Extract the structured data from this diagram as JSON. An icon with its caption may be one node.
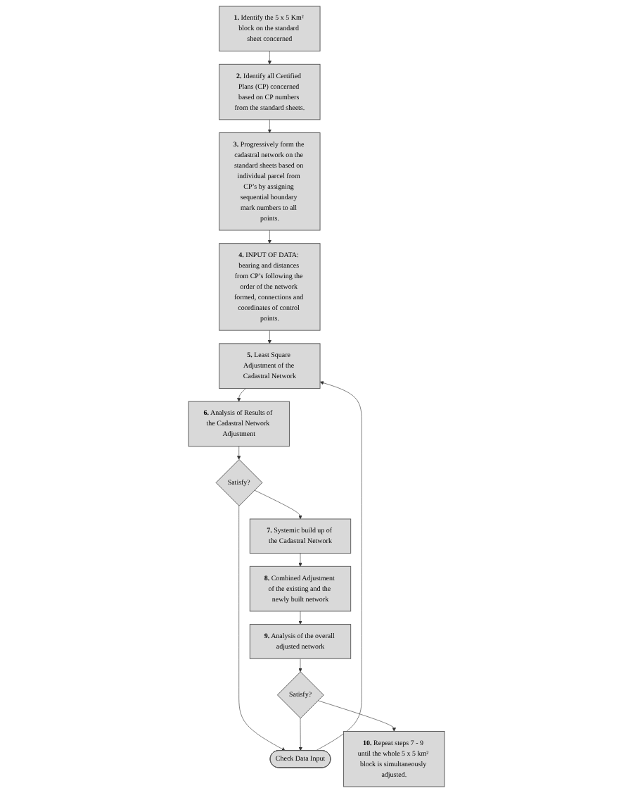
{
  "diagram": {
    "nodes": [
      {
        "text": [
          "**1.** Identify the 5 x 5 Km² block on the standard sheet concerned"
        ]
      },
      {
        "text": [
          "**2.** Identify all Certified Plans (CP) concerned based on CP numbers from the standard sheets."
        ]
      },
      {
        "text": [
          "**3.** Progressively form the cadastral network on the standard sheets based on individual parcel from CP’s by assigning sequential boundary mark numbers to all points."
        ]
      },
      {
        "text": [
          "**4.** INPUT OF DATA: bearing and distances from CP’s following the order of the network formed, connections and coordinates of control points."
        ]
      },
      {
        "text": [
          "**5.** Least Square Adjustment of the Cadastral Network"
        ]
      },
      {
        "text": [
          "**6.** Analysis of Results of the Cadastral Network Adjustment"
        ]
      },
      {
        "text": [
          "Satisfy?"
        ]
      },
      {
        "text": [
          "Check Data Input"
        ]
      },
      {
        "text": [
          "**7.** Systemic build up of the Cadastral Network"
        ]
      },
      {
        "text": [
          "**8.** Combined Adjustment of the existing and the newly built network"
        ]
      },
      {
        "text": [
          "**9.** Analysis of the overall adjusted network"
        ]
      },
      {
        "text": [
          "Satisfy?"
        ]
      },
      {
        "text": [
          "**10.** Repeat steps 7 - 9 until the whole 5 x 5 km² block is simultaneously adjusted."
        ]
      }
    ],
    "edges": [
      {
        "from": 0,
        "to": 1,
        "arrow": "to"
      },
      {
        "from": 1,
        "to": 2,
        "arrow": "to"
      },
      {
        "from": 2,
        "to": 3,
        "arrow": "to"
      },
      {
        "from": 3,
        "to": 4,
        "arrow": "to"
      },
      {
        "from": 4,
        "to": 5,
        "arrow": "to"
      },
      {
        "from": 5,
        "to": 6,
        "arrow": "to"
      },
      {
        "from": 6,
        "to": 7,
        "arrow": "to"
      },
      {
        "from": 7,
        "to": 4,
        "arrow": "to"
      },
      {
        "from": 6,
        "to": 8,
        "arrow": "to"
      },
      {
        "from": 8,
        "to": 9,
        "arrow": "to"
      },
      {
        "from": 9,
        "to": 10,
        "arrow": "to"
      },
      {
        "from": 10,
        "to": 11,
        "arrow": "to"
      },
      {
        "from": 11,
        "to": 7,
        "arrow": "to"
      },
      {
        "from": 11,
        "to": 12,
        "arrow": "to"
      }
    ]
  }
}
